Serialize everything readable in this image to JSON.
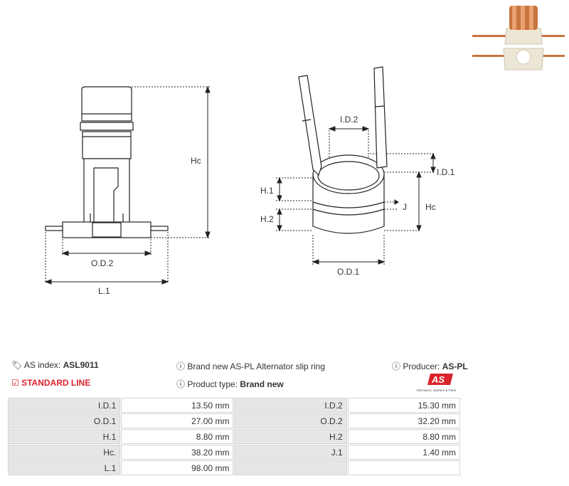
{
  "diagram": {
    "left_labels": {
      "hc": "Hc",
      "od2": "O.D.2",
      "l1": "L.1"
    },
    "right_labels": {
      "id2": "I.D.2",
      "id1": "I.D.1",
      "h1": "H.1",
      "h2": "H.2",
      "j": "J",
      "hc": "Hc",
      "od1": "O.D.1"
    }
  },
  "info": {
    "as_index_label": "AS index:",
    "as_index_value": "ASL9011",
    "standard_line": "STANDARD LINE",
    "description": "Brand new AS-PL Alternator slip ring",
    "product_type_label": "Product type:",
    "product_type_value": "Brand new",
    "producer_label": "Producer:",
    "producer_value": "AS-PL",
    "logo_text": "AS",
    "logo_tagline": "Alternators, Starters & Parts"
  },
  "specs": {
    "rows": [
      {
        "l1": "I.D.1",
        "v1": "13.50 mm",
        "l2": "I.D.2",
        "v2": "15.30 mm"
      },
      {
        "l1": "O.D.1",
        "v1": "27.00 mm",
        "l2": "O.D.2",
        "v2": "32.20 mm"
      },
      {
        "l1": "H.1",
        "v1": "8.80 mm",
        "l2": "H.2",
        "v2": "8.80 mm"
      },
      {
        "l1": "Hc.",
        "v1": "38.20 mm",
        "l2": "J.1",
        "v2": "1.40 mm"
      },
      {
        "l1": "L.1",
        "v1": "98.00 mm",
        "l2": "",
        "v2": ""
      }
    ]
  },
  "colors": {
    "accent": "#d9232d",
    "label_bg": "#e6e6e6",
    "copper": "#c8743e"
  }
}
